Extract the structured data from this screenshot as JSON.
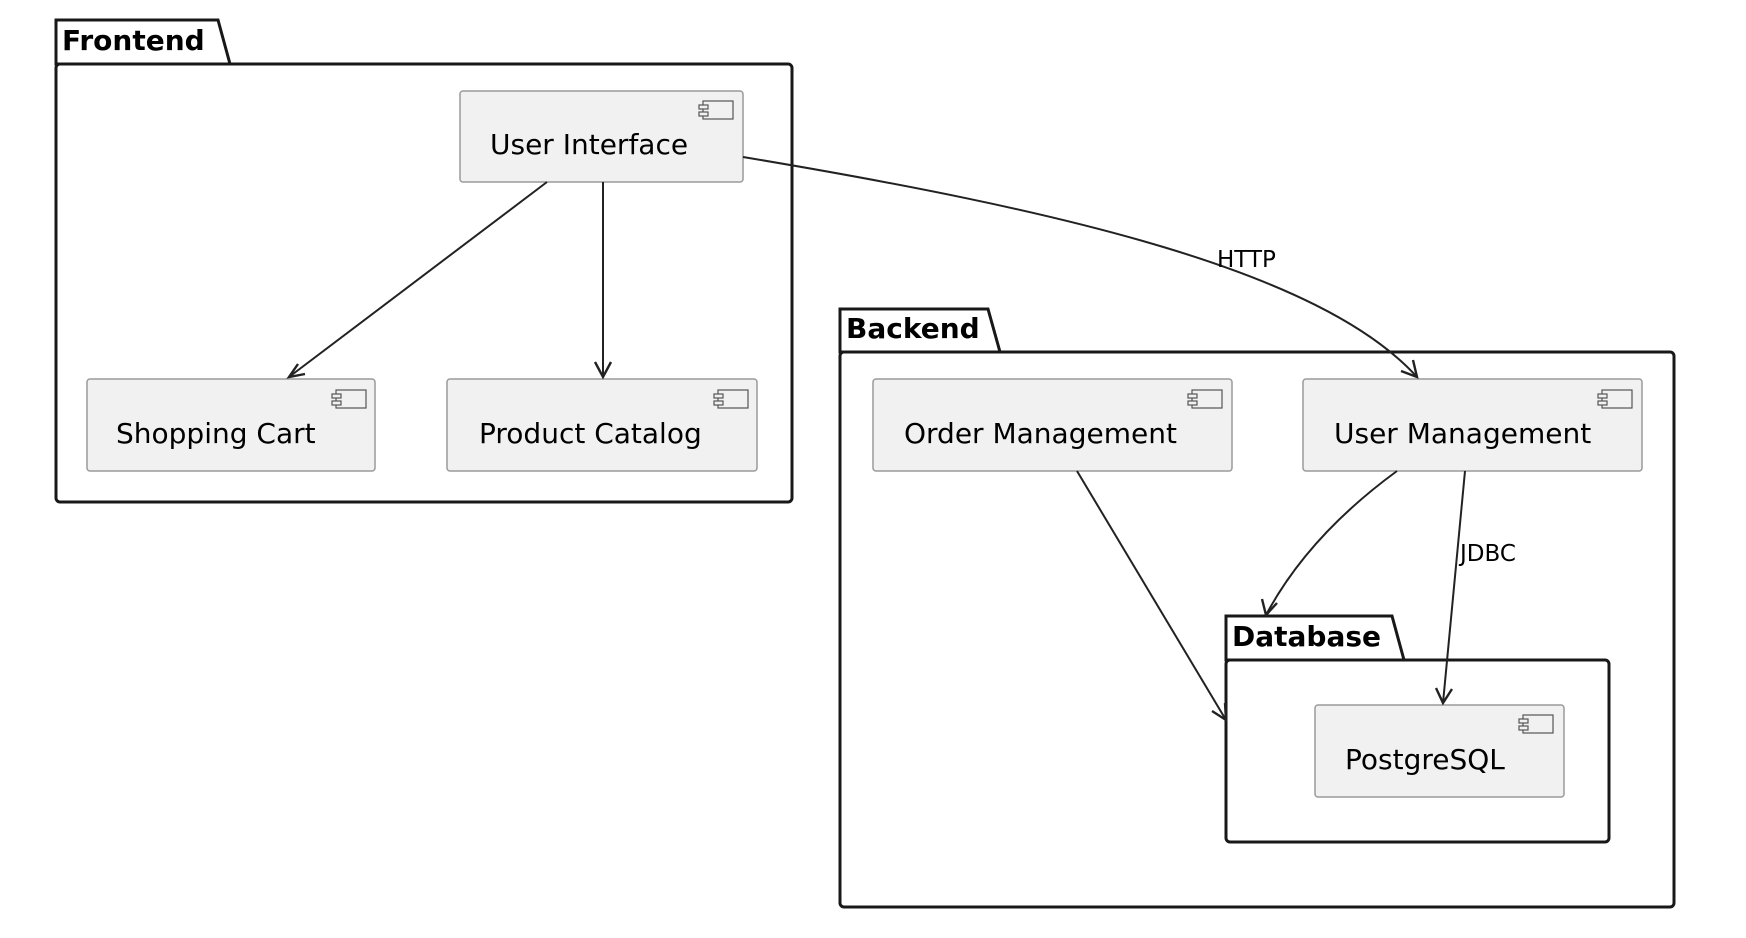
{
  "diagram": {
    "packages": {
      "frontend": "Frontend",
      "backend": "Backend",
      "database": "Database"
    },
    "components": {
      "user_interface": "User Interface",
      "shopping_cart": "Shopping Cart",
      "product_catalog": "Product Catalog",
      "order_management": "Order Management",
      "user_management": "User Management",
      "postgresql": "PostgreSQL"
    },
    "edges": [
      {
        "from": "User Interface",
        "to": "Shopping Cart",
        "label": ""
      },
      {
        "from": "User Interface",
        "to": "Product Catalog",
        "label": ""
      },
      {
        "from": "User Interface",
        "to": "User Management",
        "label": "HTTP"
      },
      {
        "from": "User Management",
        "to": "Database",
        "label": ""
      },
      {
        "from": "User Management",
        "to": "PostgreSQL",
        "label": "JDBC"
      },
      {
        "from": "Order Management",
        "to": "Database",
        "label": ""
      }
    ],
    "colors": {
      "component_fill": "#f1f1f1",
      "component_border": "#9a9a9a",
      "package_border": "#181818",
      "edge": "#222222"
    }
  }
}
